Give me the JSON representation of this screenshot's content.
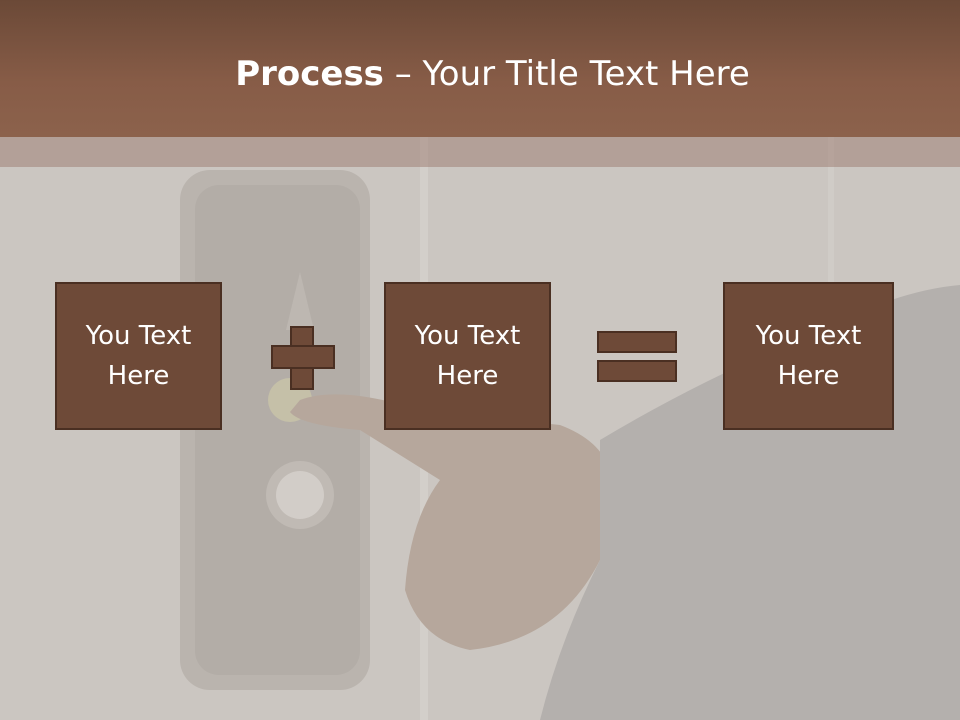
{
  "title": {
    "bold": "Process",
    "rest": " – Your Title Text Here"
  },
  "boxes": [
    {
      "text": "You Text Here"
    },
    {
      "text": "You Text Here"
    },
    {
      "text": "You Text Here"
    }
  ],
  "operators": {
    "first": "plus-icon",
    "second": "equals-icon"
  },
  "colors": {
    "header": "#875c47",
    "box_fill": "#6e4a38",
    "box_border": "#4a2f22",
    "background": "#c9c4bf"
  }
}
